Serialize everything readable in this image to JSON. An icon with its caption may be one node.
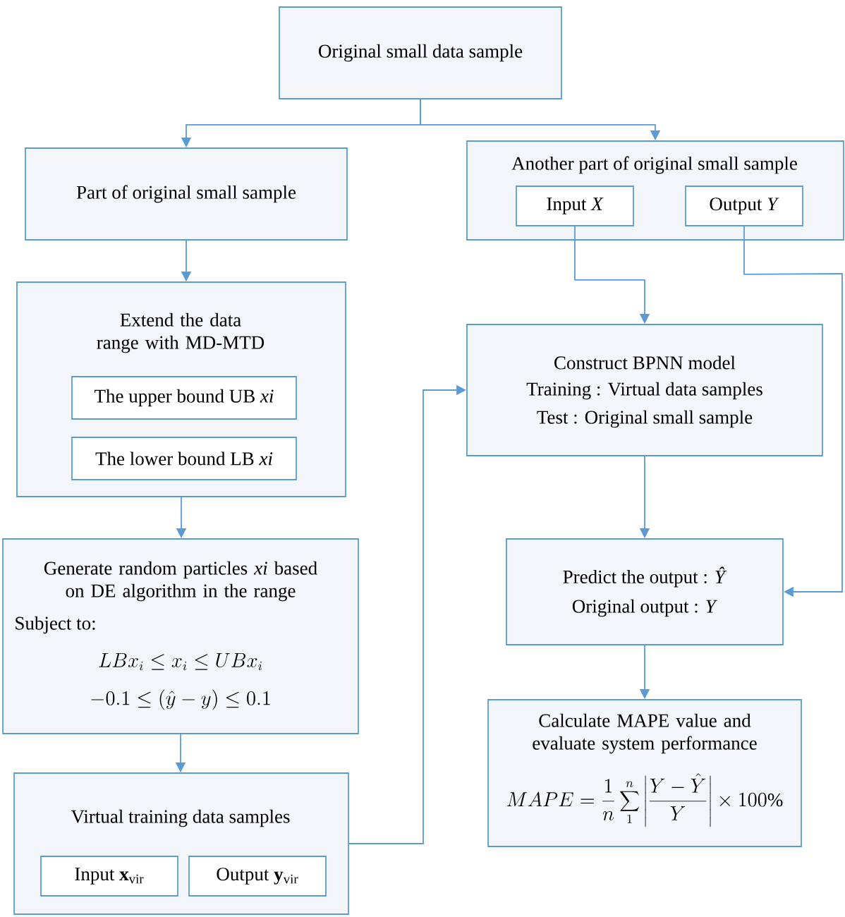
{
  "diagram": {
    "nodes": [
      {
        "text": [
          "Original small data sample"
        ]
      },
      {
        "text": [
          "Part of original small sample"
        ]
      },
      {
        "text": [
          "Another part of original small sample"
        ]
      },
      {
        "text": [
          "Input *X*"
        ],
        "in": 2
      },
      {
        "text": [
          "Output *Y*"
        ],
        "in": 2
      },
      {
        "text": [
          "Extend the data range with MD-MTD"
        ]
      },
      {
        "text": [
          "The upper bound UB *xi*"
        ],
        "in": 5
      },
      {
        "text": [
          "The lower bound LB *xi*"
        ],
        "in": 5
      },
      {
        "text": [
          "Generate random particles *xi* based on DE algorithm in the range",
          "Subject to:",
          "LBx_i \\le x_i \\le UBx_i",
          "-0.1 \\le (\\hat{y} - y) \\le 0.1"
        ]
      },
      {
        "text": [
          "Virtual training data samples"
        ]
      },
      {
        "text": [
          "Input **x**$_{vir}$"
        ],
        "in": 9
      },
      {
        "text": [
          "Output **y**$_{vir}$"
        ],
        "in": 9
      },
      {
        "text": [
          "Construct BPNN model",
          "Training : Virtual data samples",
          "Test : Original small sample"
        ]
      },
      {
        "text": [
          "Predict the output : *Ŷ*",
          "Original output : *Y*"
        ]
      },
      {
        "text": [
          "Calculate MAPE value and evaluate system performance",
          "MAPE = \\frac{1}{n}\\sum_{1}^{n}\\left|\\frac{Y-\\hat{Y}}{Y}\\right| \\times 100\\%"
        ]
      }
    ],
    "edges": [
      {
        "from": 0,
        "to": 1,
        "arrow": "to"
      },
      {
        "from": 0,
        "to": 2,
        "arrow": "to"
      },
      {
        "from": 1,
        "to": 5,
        "arrow": "to"
      },
      {
        "from": 5,
        "to": 8,
        "arrow": "to"
      },
      {
        "from": 8,
        "to": 9,
        "arrow": "to"
      },
      {
        "from": 3,
        "to": 12,
        "arrow": "to"
      },
      {
        "from": 9,
        "to": 12,
        "arrow": "to"
      },
      {
        "from": 12,
        "to": 13,
        "arrow": "to"
      },
      {
        "from": 4,
        "to": 13,
        "arrow": "to"
      },
      {
        "from": 13,
        "to": 14,
        "arrow": "to"
      }
    ]
  }
}
